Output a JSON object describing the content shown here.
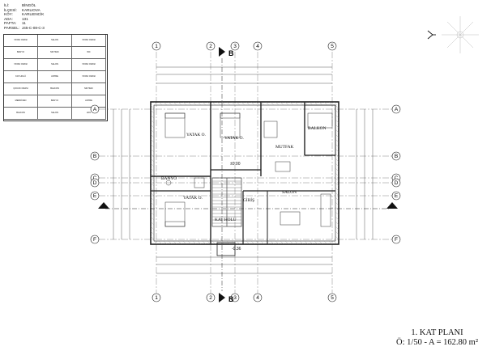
{
  "info": [
    {
      "key": "İLİ:",
      "value": "BİNGÖL"
    },
    {
      "key": "İLÇESİ:",
      "value": "KARLIOVA"
    },
    {
      "key": "KÖY:",
      "value": "KARLIENCİK"
    },
    {
      "key": "ADA:",
      "value": "131"
    },
    {
      "key": "PAFTA:",
      "value": "11"
    },
    {
      "key": "PARSEL:",
      "value": "J45-C-08-C-3"
    }
  ],
  "legend": {
    "cells": [
      "YATAK ODASI",
      "SALON",
      "YATAK ODASI",
      "BANYO",
      "MUTFAK",
      "WC",
      "YATAK ODASI",
      "SALON",
      "YATAK ODASI",
      "KAT HOLÜ",
      "ANTRE",
      "YATAK ODASI",
      "ÇOCUK ODASI",
      "BALKON",
      "MUTFAK",
      "MERDİVEN",
      "BANYO",
      "ANTRE",
      "BALKON",
      "SALON",
      "HOL"
    ]
  },
  "grid": {
    "columns": [
      "1",
      "2",
      "3",
      "4",
      "5"
    ],
    "rows": [
      "A",
      "B",
      "C",
      "D",
      "E",
      "F"
    ],
    "section_label": "B"
  },
  "rooms": {
    "yatak_1": "YATAK O.",
    "yatak_2": "YATAK O.",
    "yatak_3": "YATAK O.",
    "mutfak": "MUTFAK",
    "balkon": "BALKON",
    "banyo": "BANYO",
    "salon": "SALON",
    "giris": "GİRİŞ",
    "kat_holu": "KAT HOLÜ"
  },
  "elevations": {
    "upper": "±0.00",
    "lower": "-0.36"
  },
  "title": {
    "name": "1. KAT PLANI",
    "scale": "Ö: 1/50 - A = 162.80 m²"
  },
  "colors": {
    "line": "#222222",
    "grid": "#555555",
    "hatch": "#888888"
  }
}
